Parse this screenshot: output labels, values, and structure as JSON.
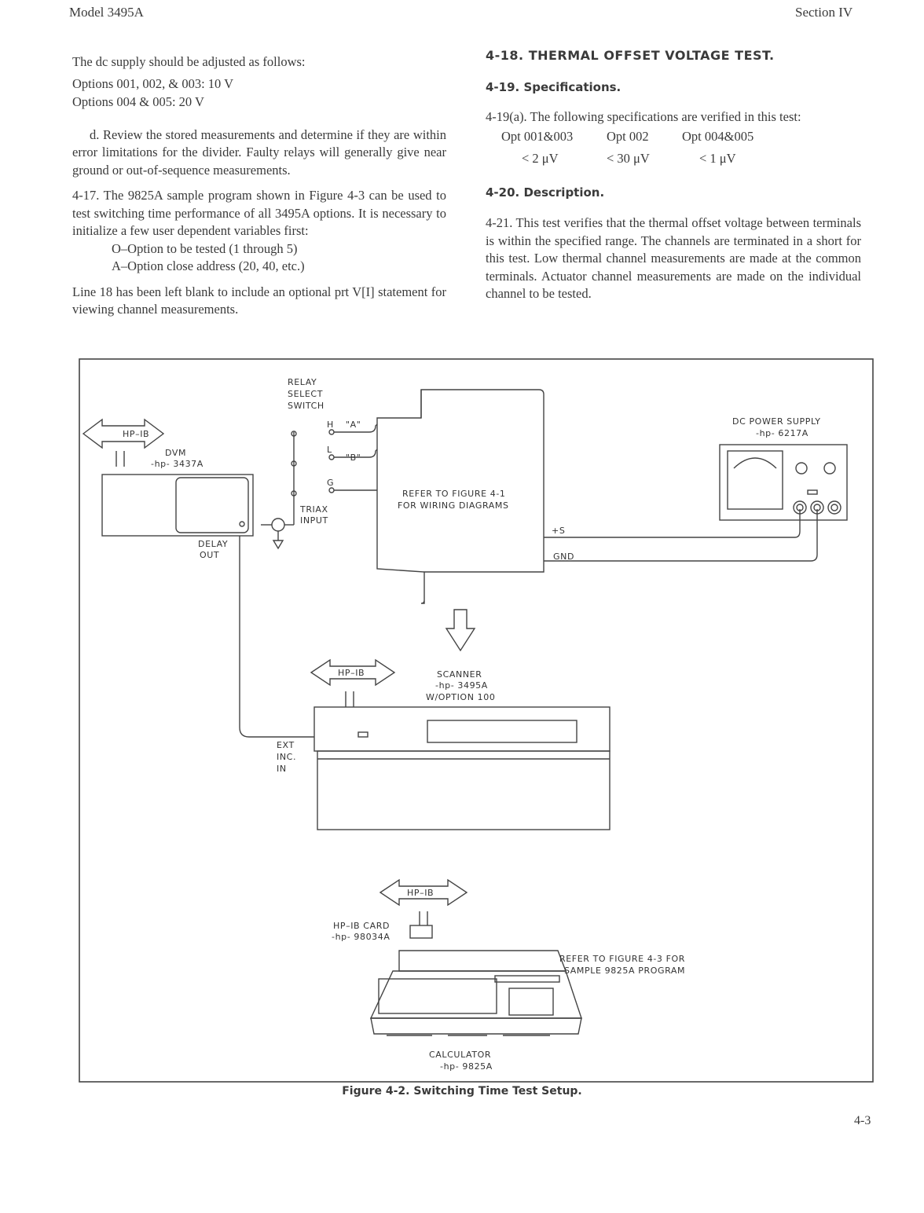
{
  "header": {
    "left": "Model 3495A",
    "right": "Section IV"
  },
  "left_column": {
    "intro": "The dc supply should be adjusted as follows:",
    "opt_line1": "Options 001, 002, & 003:  10 V",
    "opt_line2": "Options 004 & 005:  20 V",
    "para_d": "d.  Review the stored measurements and determine if they are within error limitations for the divider. Faulty relays will generally give near ground or out-of-sequence measurements.",
    "para_417": "4-17. The 9825A sample program shown in Figure 4-3 can be used to test switching time performance of all 3495A options. It is necessary to initialize a few user dependent variables first:",
    "var_o": "O–Option to be tested (1 through 5)",
    "var_a": "A–Option close address (20, 40, etc.)",
    "para_line18": "Line 18 has been left blank to include an optional prt V[I] statement for viewing channel measurements."
  },
  "right_column": {
    "h418": "4-18.  THERMAL OFFSET VOLTAGE TEST.",
    "h419": "4-19.  Specifications.",
    "p419a": "4-19(a). The following specifications are verified in this test:",
    "spec_headers": [
      "Opt 001&003",
      "Opt 002",
      "Opt 004&005"
    ],
    "spec_values": [
      "< 2 μV",
      "< 30 μV",
      "< 1 μV"
    ],
    "h420": "4-20.  Description.",
    "p421": "4-21. This test verifies that the thermal offset voltage between terminals is within the specified range. The channels are terminated in a short for this test. Low thermal channel measurements are made at the common terminals. Actuator channel measurements are made on the individual channel to be tested."
  },
  "figure": {
    "relay_select_switch": [
      "RELAY",
      "SELECT",
      "SWITCH"
    ],
    "hpib": "HP–IB",
    "dvm_label": "DVM",
    "dvm_model": "-hp- 3437A",
    "delay_out": [
      "DELAY",
      "OUT"
    ],
    "terminal_h": "H",
    "terminal_l": "L",
    "terminal_g": "G",
    "term_a": "\"A\"",
    "term_b": "\"B\"",
    "triax_input": [
      "TRIAX",
      "INPUT"
    ],
    "refer_box": [
      "REFER TO FIGURE 4-1",
      "FOR WIRING DIAGRAMS"
    ],
    "plus_s": "+S",
    "gnd": "GND",
    "dc_power_supply": "DC POWER SUPPLY",
    "dc_model": "-hp- 6217A",
    "scanner": "SCANNER",
    "scanner_model": "-hp- 3495A",
    "scanner_option": "W/OPTION 100",
    "ext_inc_in": [
      "EXT",
      "INC.",
      "IN"
    ],
    "hpib_card": "HP–IB CARD",
    "hpib_card_model": "-hp- 98034A",
    "refer_program": [
      "REFER TO FIGURE 4-3 FOR",
      "SAMPLE 9825A PROGRAM"
    ],
    "calculator": "CALCULATOR",
    "calculator_model": "-hp- 9825A"
  },
  "caption": "Figure 4-2.  Switching Time Test Setup.",
  "page_number": "4-3"
}
